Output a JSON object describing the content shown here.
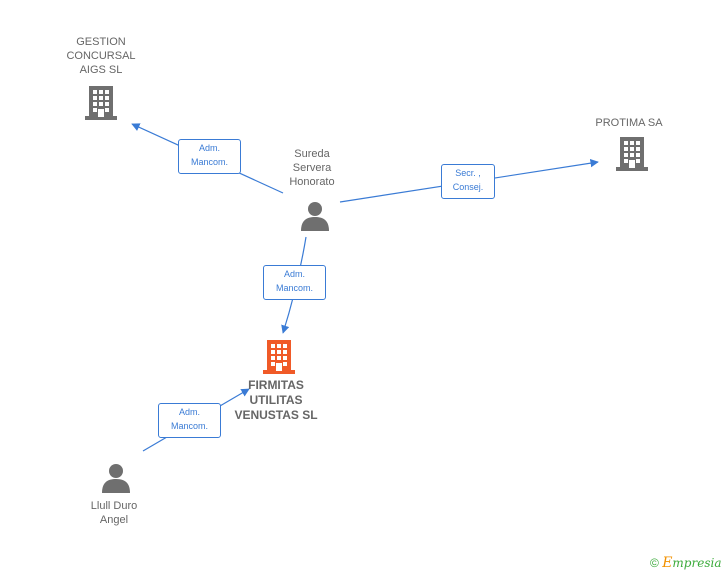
{
  "colors": {
    "edge": "#3a7bd5",
    "company": "#6f6f6f",
    "main_company": "#f05a28",
    "person": "#6f6f6f"
  },
  "nodes": {
    "gestion": {
      "label": "GESTION\nCONCURSAL\nAIGS SL",
      "icon": "building-icon"
    },
    "protima": {
      "label": "PROTIMA SA",
      "icon": "building-icon"
    },
    "sureda": {
      "label": "Sureda\nServera\nHonorato",
      "icon": "person-icon"
    },
    "firmitas": {
      "label": "FIRMITAS\nUTILITAS\nVENUSTAS SL",
      "icon": "building-icon"
    },
    "llull": {
      "label": "Llull Duro\nAngel",
      "icon": "person-icon"
    }
  },
  "edges": {
    "sureda_gestion": "Adm.\nMancom.",
    "sureda_protima": "Secr. ,\nConsej.",
    "sureda_firmitas": "Adm.\nMancom.",
    "llull_firmitas": "Adm.\nMancom."
  },
  "brand": {
    "copyright": "©",
    "initial": "E",
    "name": "mpresia"
  }
}
